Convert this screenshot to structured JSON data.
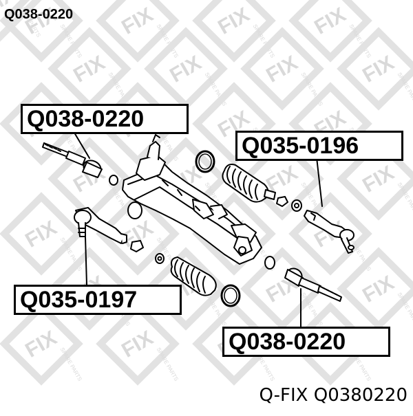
{
  "page_title": "Q038-0220",
  "caption": {
    "brand": "Q-FIX",
    "part_number": "Q0380220"
  },
  "watermark": {
    "logo": "FIX",
    "tagline": "SPARE PARTS"
  },
  "labels": {
    "inner_tie_rod_left": "Q038-0220",
    "tie_rod_end_right": "Q035-0196",
    "tie_rod_end_left": "Q035-0197",
    "inner_tie_rod_right": "Q038-0220"
  },
  "colors": {
    "line": "#000000",
    "watermark": "#d9d9d9",
    "background": "#ffffff"
  }
}
